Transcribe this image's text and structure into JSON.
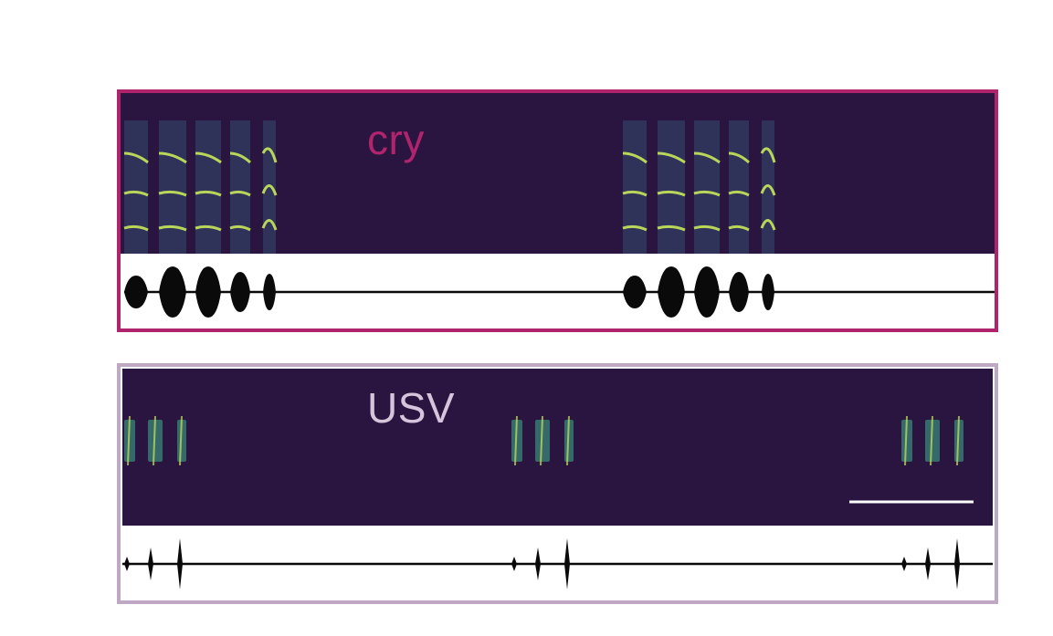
{
  "panels": [
    {
      "id": "cry",
      "label": "cry",
      "border_color": "#b0246e",
      "label_color": "#b0246e",
      "bursts_per_bout": 5,
      "bouts": 2
    },
    {
      "id": "usv",
      "label": "USV",
      "border_color": "#bfa8c4",
      "label_color": "#d6c3dc",
      "calls_per_bout": 3,
      "bouts": 3,
      "has_scale_bar": true
    }
  ],
  "colors": {
    "spectrogram_bg": "#2a1540",
    "harmonic": "#c9e85a",
    "usv_call": "#3fae8a",
    "waveform": "#0a0a0a",
    "scale_bar": "#ffffff"
  }
}
